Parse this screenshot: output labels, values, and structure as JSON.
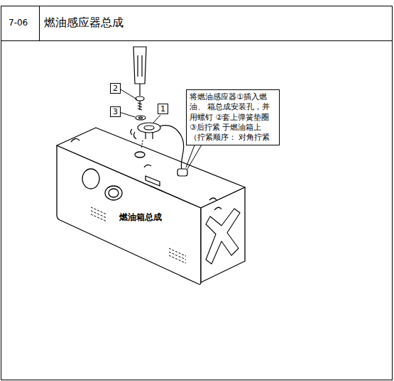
{
  "diagram": {
    "title": "燃油感应器总成",
    "nodes": [
      {
        "text": [
          "2"
        ]
      },
      {
        "text": [
          "3"
        ]
      },
      {
        "text": [
          "1"
        ]
      },
      {
        "text": [
          "将燃油感应器①插入燃油、 箱总成安装孔，并用螺钉 ②套上弹簧垫圈③后拧紧 于燃油箱上（拧紧顺序： 对角拧紧"
        ]
      }
    ],
    "labels": [
      "7-06",
      "燃油箱总成"
    ]
  }
}
